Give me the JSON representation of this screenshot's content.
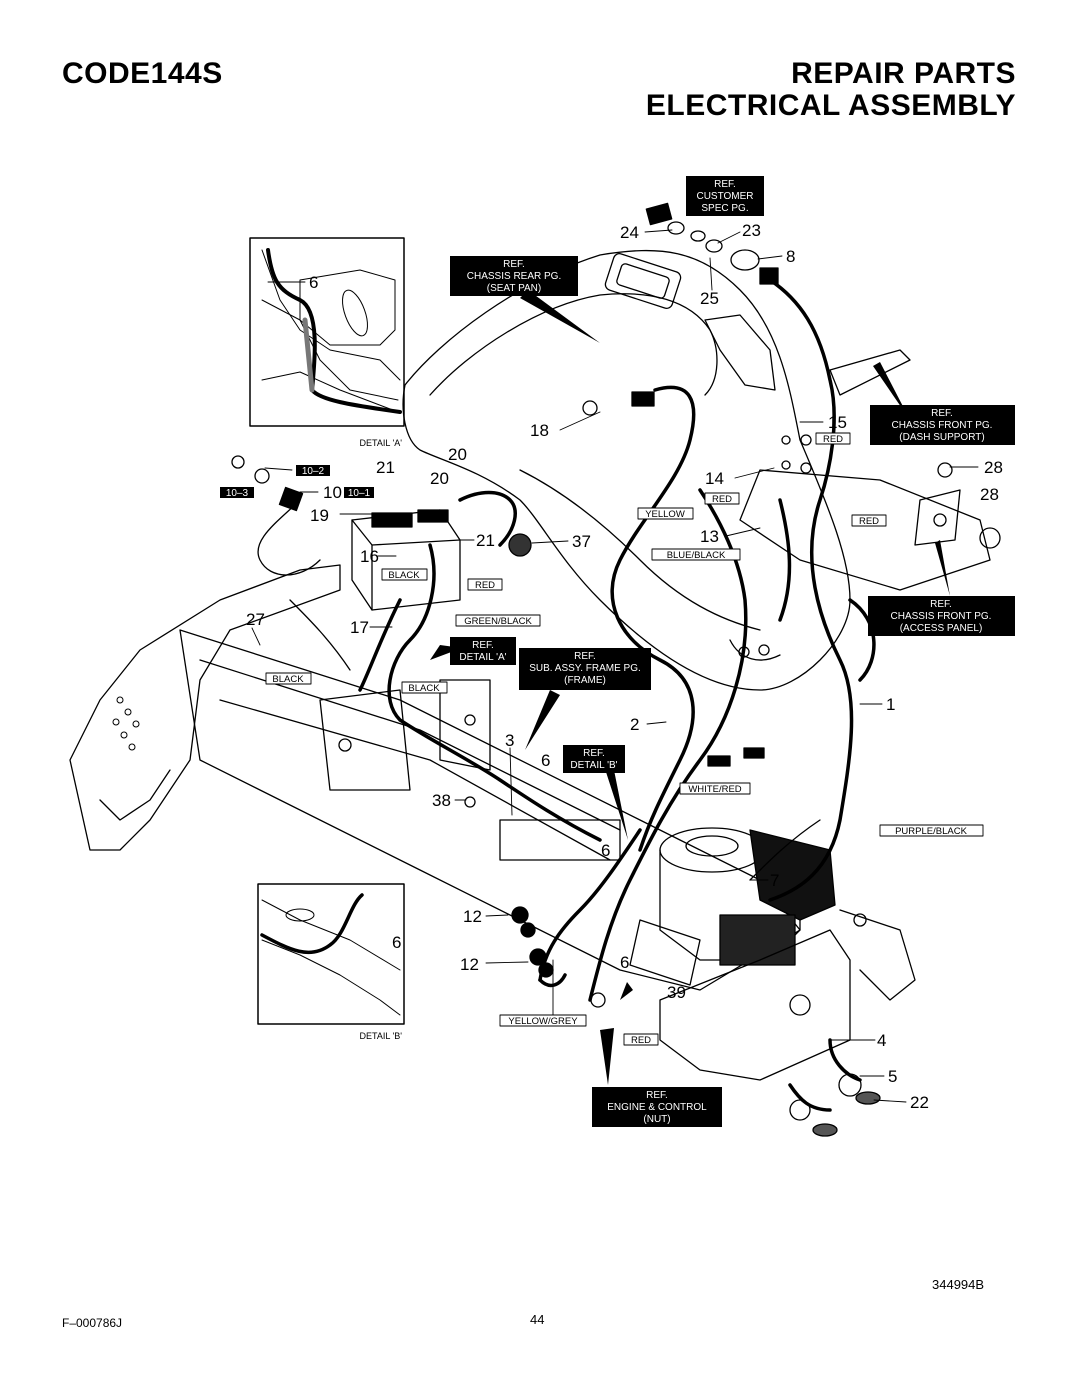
{
  "header": {
    "model": "CODE144S",
    "title_line1": "REPAIR PARTS",
    "title_line2": "ELECTRICAL ASSEMBLY"
  },
  "refs": {
    "customer_spec": [
      "REF.",
      "CUSTOMER",
      "SPEC PG."
    ],
    "chassis_rear": [
      "REF.",
      "CHASSIS REAR PG.",
      "(SEAT PAN)"
    ],
    "dash_support": [
      "REF.",
      "CHASSIS FRONT PG.",
      "(DASH SUPPORT)"
    ],
    "access_panel": [
      "REF.",
      "CHASSIS FRONT PG.",
      "(ACCESS PANEL)"
    ],
    "detail_a": [
      "REF.",
      "DETAIL 'A'"
    ],
    "frame": [
      "REF.",
      "SUB. ASSY. FRAME PG.",
      "(FRAME)"
    ],
    "detail_b": [
      "REF.",
      "DETAIL 'B'"
    ],
    "engine_control": [
      "REF.",
      "ENGINE & CONTROL",
      "(NUT)"
    ]
  },
  "wires": {
    "red1": "RED",
    "red2": "RED",
    "red3": "RED",
    "red4": "RED",
    "red5": "RED",
    "yellow": "YELLOW",
    "blue_black": "BLUE/BLACK",
    "black1": "BLACK",
    "black2": "BLACK",
    "black3": "BLACK",
    "green_black": "GREEN/BLACK",
    "white_red": "WHITE/RED",
    "purple_black": "PURPLE/BLACK",
    "yellow_grey": "YELLOW/GREY",
    "t10_2": "10–2",
    "t10_3": "10–3",
    "t10_1": "10–1"
  },
  "captions": {
    "detail_a": "DETAIL 'A'",
    "detail_b": "DETAIL 'B'"
  },
  "parts": {
    "p1": "1",
    "p2": "2",
    "p3": "3",
    "p4": "4",
    "p5": "5",
    "p6a": "6",
    "p6b": "6",
    "p6c": "6",
    "p6d": "6",
    "p6e": "6",
    "p7": "7",
    "p8": "8",
    "p10": "10",
    "p12a": "12",
    "p12b": "12",
    "p13": "13",
    "p14": "14",
    "p15": "15",
    "p16": "16",
    "p17": "17",
    "p18": "18",
    "p19": "19",
    "p20a": "20",
    "p20b": "20",
    "p21a": "21",
    "p21b": "21",
    "p22": "22",
    "p23": "23",
    "p24": "24",
    "p25": "25",
    "p27": "27",
    "p28a": "28",
    "p28b": "28",
    "p37": "37",
    "p38": "38",
    "p39": "39"
  },
  "footer": {
    "drawing_no": "344994B",
    "form_no": "F–000786J",
    "page": "44"
  }
}
